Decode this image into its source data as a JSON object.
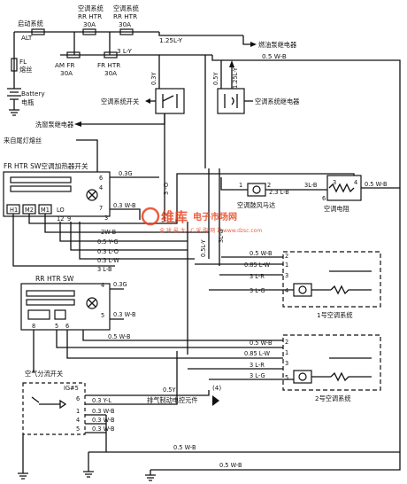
{
  "fuses": [
    {
      "name": "启动系统",
      "rating": "ALT"
    },
    {
      "name": "空调系统",
      "sub": "RR HTR",
      "rating": "30A"
    },
    {
      "name": "空调系统",
      "sub": "RR HTR",
      "rating": "30A"
    },
    {
      "name": "AM FR",
      "rating": "30A"
    },
    {
      "name": "FR HTR",
      "rating": "30A"
    }
  ],
  "labels": {
    "fl_fuse": [
      "FL",
      "熔丝"
    ],
    "battery": [
      "Battery",
      "电瓶"
    ],
    "fuel_relay": "燃油泵继电器",
    "ac_switch": "空调系统开关",
    "ac_relay": "空调系统继电器",
    "washer_relay": "洗窗泵继电器",
    "tail_fuse": "来自尾灯熔丝",
    "fr_heater_switch": "FR HTR SW空调加热器开关",
    "blower_motor": "空调鼓风马达",
    "resistor": "空调电阻",
    "rr_heater_switch": "RR HTR SW",
    "ac_unit_1": "1号空调系统",
    "ac_unit_2": "2号空调系统",
    "air_split_switch": "空气分流开关",
    "exhaust_brake": "排气制动电控元件",
    "ig_pin": "IG#5",
    "ref_4": "(4)"
  },
  "wires": {
    "w_125ly": "1.25L-Y",
    "w_3ly": "3 L-Y",
    "w_05wb": "0.5 W-B",
    "w_03y": "0.3Y",
    "w_05y": "0.5Y",
    "w_125ly_v": "1.25L-Y",
    "w_03g": "0.3G",
    "w_03wb": "0.3 W-B",
    "w_3o": "3 -O",
    "w_23lb": "2.3 L-B",
    "w_3lb": "3L-B",
    "w_05wb_r": "0.5 W-B",
    "w_2wb": "2W-B",
    "w_05yg": "0.5 Y-G",
    "w_03lo": "0.3 L-O",
    "w_03lw": "0.3 L-W",
    "w_3lb2": "3 L-B",
    "w_05ly": "0.5L-Y",
    "w_3lg": "3L-G",
    "u1_05wb": "0.5 W-B",
    "u1_085lw": "0.85 L-W",
    "u1_3lr": "3 L-R",
    "u1_3lg": "3 L-G",
    "rr_03g": "0.3G",
    "rr_03wb": "0.3 W-B",
    "u2_05wb_a": "0.5 W-B",
    "u2_05wb": "0.5 W-B",
    "u2_085lw": "0.85 L-W",
    "u2_3lr": "3 L-R",
    "u2_3lg": "3 L-G",
    "as_05y": "0.5Y",
    "as_03yl": "0.3 Y-L",
    "as_03wb1": "0.3 W-B",
    "as_03wb2": "0.3 W-B",
    "as_03wb3": "0.3 W-B",
    "bot_05wb1": "0.5 W-B",
    "bot_05wb2": "0.5 W-B"
  },
  "pins": {
    "fr_sw": [
      "6",
      "4",
      "7",
      "3",
      "H1",
      "M2",
      "M1",
      "LO",
      "12",
      "9"
    ],
    "motor": [
      "1",
      "2"
    ],
    "res": [
      "3",
      "4",
      "6"
    ],
    "u1": [
      "2",
      "1",
      "3",
      "4"
    ],
    "rr_sw": [
      "4",
      "5",
      "8",
      "5",
      "6"
    ],
    "u2": [
      "2",
      "1",
      "3",
      "5"
    ],
    "as": [
      "6",
      "1",
      "4",
      "5"
    ]
  },
  "watermark": {
    "main": "维库",
    "mid": "电子市场网",
    "sub": "全 球 最 大 I C 采 购 网 站",
    "url": "www.dzsc.com"
  },
  "colors": {
    "ink": "#111111",
    "watermark": "#e8431f"
  }
}
